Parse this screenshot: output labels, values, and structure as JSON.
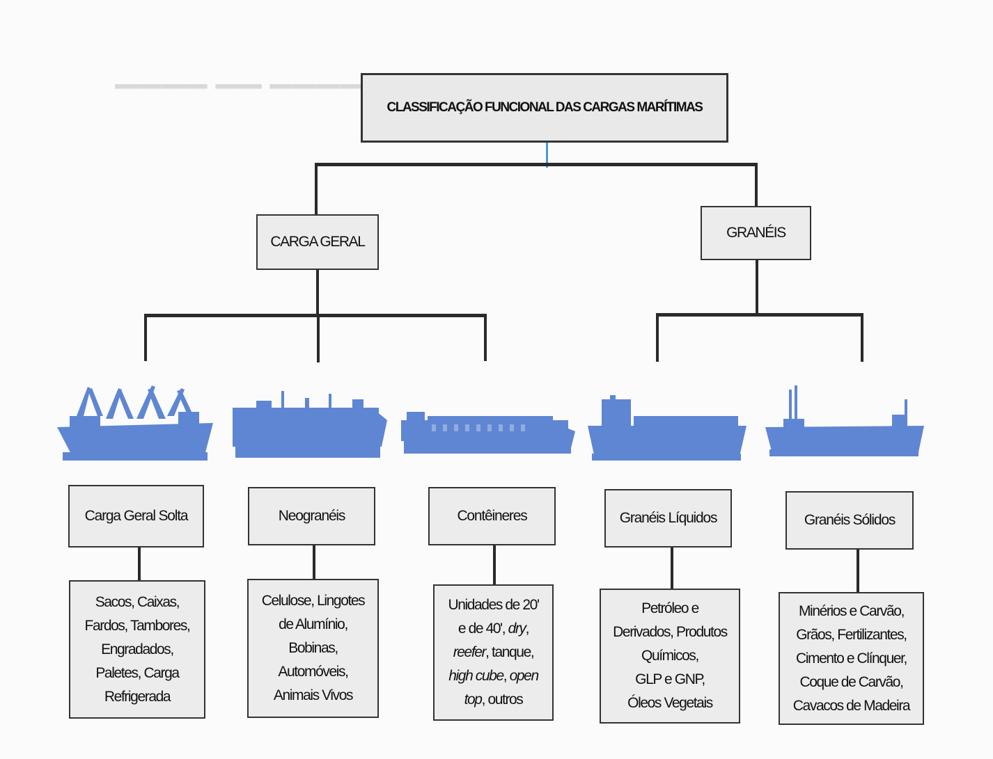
{
  "diagram": {
    "title": "CLASSIFICAÇÃO FUNCIONAL DAS CARGAS MARÍTIMAS",
    "categories": [
      {
        "label": "CARGA GERAL"
      },
      {
        "label": "GRANÉIS"
      }
    ],
    "cargo_types": [
      {
        "label": "Carga Geral Solta",
        "description": "Sacos, Caixas,\nFardos, Tambores,\nEngradados,\nPaletes, Carga\nRefrigerada",
        "ship_icon": "general-cargo-ship-icon"
      },
      {
        "label": "Neogranéis",
        "description": "Celulose, Lingotes\nde Alumínio,\nBobinas,\nAutomóveis,\nAnimais Vivos",
        "ship_icon": "neobulk-ship-icon"
      },
      {
        "label": "Contêineres",
        "description_parts": [
          {
            "text": "Unidades de 20'",
            "italic": false
          },
          {
            "text": "\ne de 40', ",
            "italic": false
          },
          {
            "text": "dry",
            "italic": true
          },
          {
            "text": ",\n",
            "italic": false
          },
          {
            "text": "reefer",
            "italic": true
          },
          {
            "text": ", tanque,\n",
            "italic": false
          },
          {
            "text": "high cube",
            "italic": true
          },
          {
            "text": ", ",
            "italic": false
          },
          {
            "text": "open\ntop",
            "italic": true
          },
          {
            "text": ", outros",
            "italic": false
          }
        ],
        "ship_icon": "container-ship-icon"
      },
      {
        "label": "Granéis Líquidos",
        "description": "Petróleo e\nDerivados, Produtos\nQuímicos,\nGLP e GNP,\nÓleos Vegetais",
        "ship_icon": "tanker-ship-icon"
      },
      {
        "label": "Granéis Sólidos",
        "description": "Minérios e Carvão,\nGrãos, Fertilizantes,\nCimento e Clínquer,\nCoque de Carvão,\nCavacos de Madeira",
        "ship_icon": "bulk-carrier-ship-icon"
      }
    ],
    "colors": {
      "ship": "#5f86d3",
      "box_fill": "#ececec",
      "line": "#2a2a2a",
      "accent_line": "#4a98d6"
    }
  }
}
